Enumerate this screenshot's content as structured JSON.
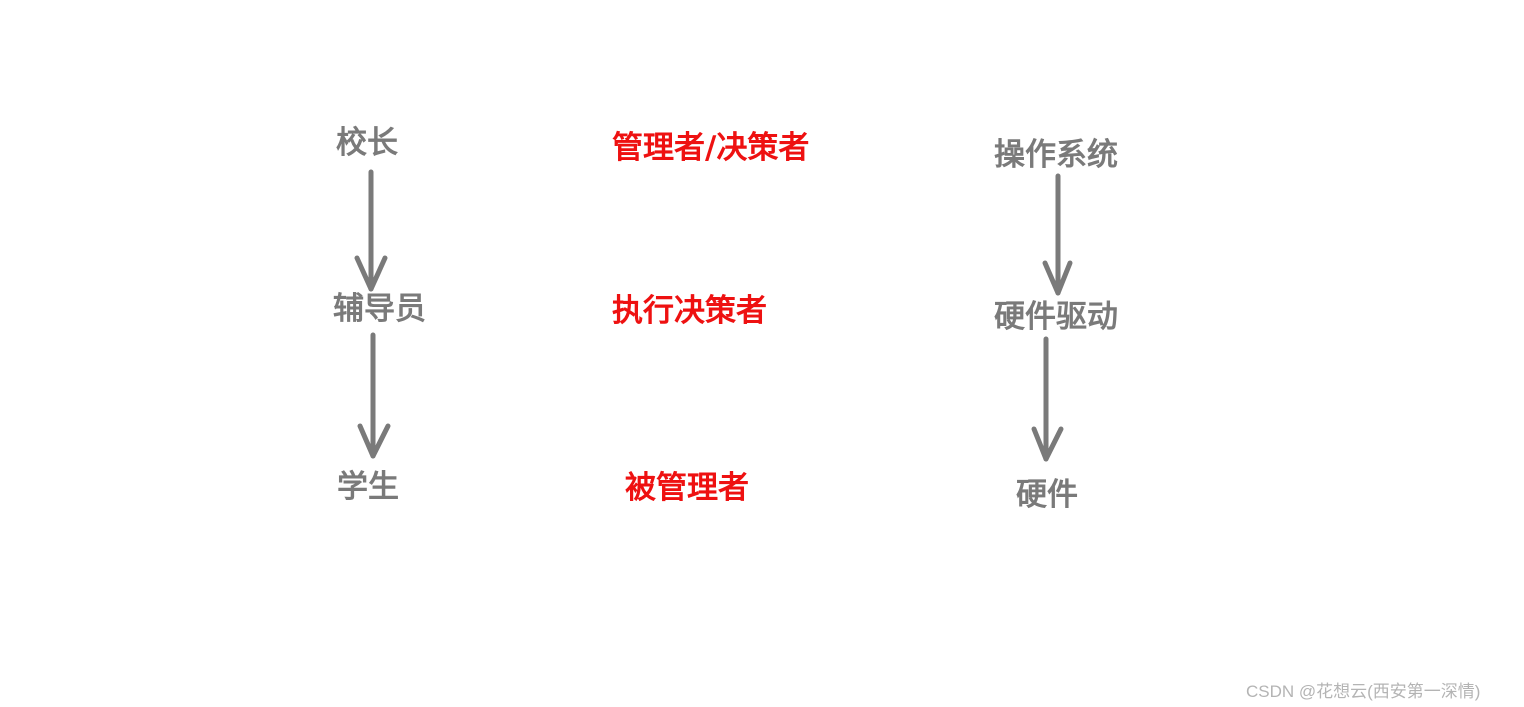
{
  "columns": {
    "school": {
      "top": "校长",
      "middle": "辅导员",
      "bottom": "学生"
    },
    "roles": {
      "top": "管理者/决策者",
      "middle": "执行决策者",
      "bottom": "被管理者"
    },
    "computer": {
      "top": "操作系统",
      "middle": "硬件驱动",
      "bottom": "硬件"
    }
  },
  "colors": {
    "node_text": "#7a7a7a",
    "role_text": "#ee1111",
    "arrow": "#7a7a7a",
    "watermark": "#b4b4b4"
  },
  "watermark": "CSDN @花想云(西安第一深情)"
}
